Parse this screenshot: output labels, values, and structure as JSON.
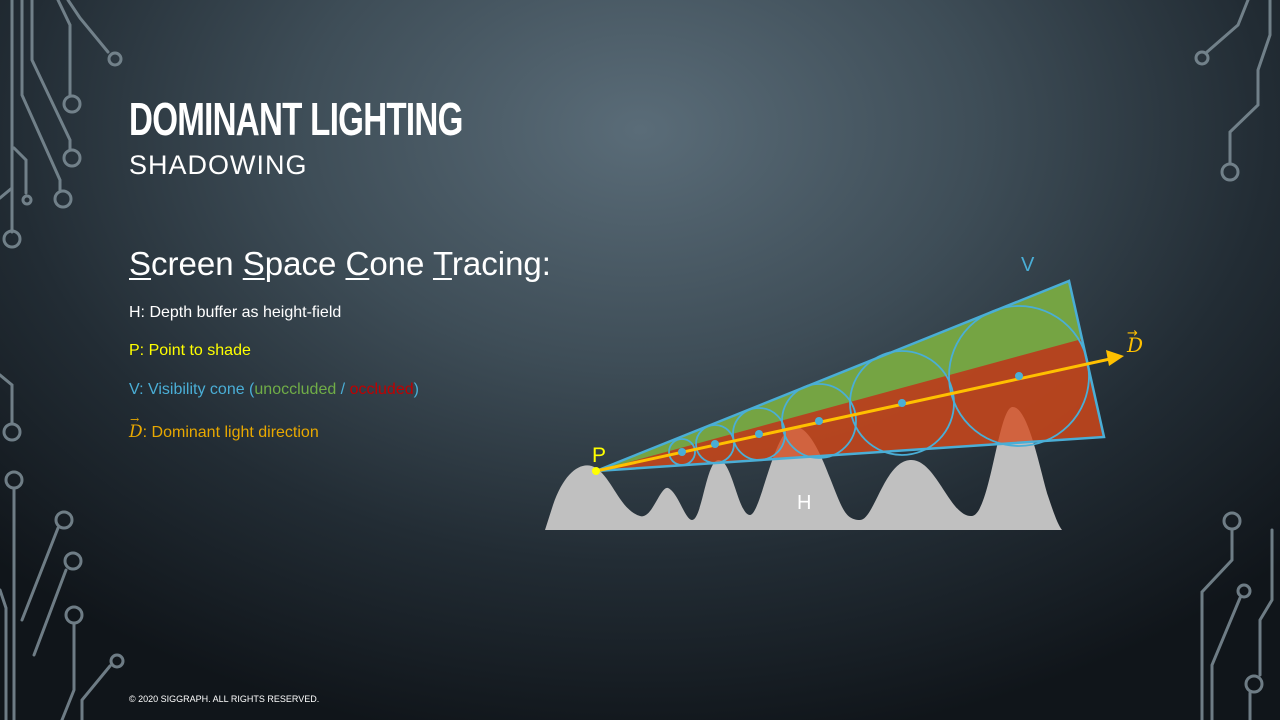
{
  "slide": {
    "title": "DOMINANT LIGHTING",
    "subtitle": "SHADOWING",
    "footer": "© 2020 SIGGRAPH. ALL RIGHTS RESERVED."
  },
  "heading": {
    "w1_first": "S",
    "w1_rest": "creen ",
    "w2_first": "S",
    "w2_rest": "pace ",
    "w3_first": "C",
    "w3_rest": "one ",
    "w4_first": "T",
    "w4_rest": "racing:"
  },
  "legend": {
    "h_line": "H: Depth buffer as height-field",
    "p_line": "P: Point to shade",
    "v_prefix": "V: Visibility cone (",
    "v_unoccluded": "unoccluded",
    "v_sep": " / ",
    "v_occluded": "occluded",
    "v_suffix": ")",
    "d_symbol": "D",
    "d_text": ": Dominant light direction"
  },
  "diagram": {
    "label_p": "P",
    "label_v": "V",
    "label_h": "H",
    "label_d": "D",
    "colors": {
      "heightfield": "#c0c0c0",
      "unoccluded": "#70ad47",
      "occluded": "#c0451c",
      "cone_outline": "#4aaed6",
      "direction": "#ffc000",
      "point": "#ffff00"
    }
  }
}
